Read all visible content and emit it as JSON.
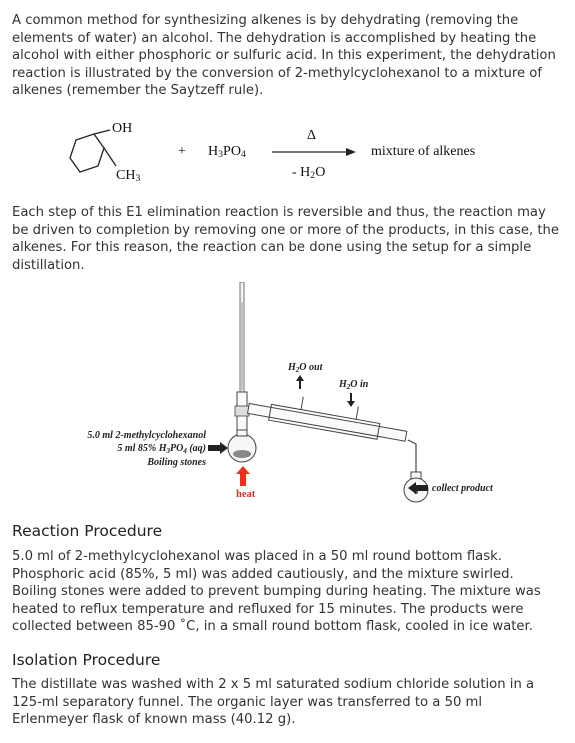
{
  "intro_paragraph": "A common method for synthesizing alkenes is by dehydrating (removing the elements of water) an alcohol. The dehydration is accomplished by heating the alcohol with either phosphoric or sulfuric acid. In this experiment, the dehydration reaction is illustrated by the conversion of 2-methylcyclohexanol to a mixture of alkenes (remember the Saytzeff rule).",
  "reaction": {
    "oh_label": "OH",
    "plus": "+",
    "reagent_main": "H",
    "reagent_sub1": "3",
    "reagent_mid": "PO",
    "reagent_sub2": "4",
    "ch3_main": "CH",
    "ch3_sub": "3",
    "heat_symbol": "Δ",
    "minus_water_prefix": "- H",
    "minus_water_sub": "2",
    "minus_water_suffix": "O",
    "product": "mixture of alkenes"
  },
  "second_paragraph": "Each step of this E1 elimination reaction is reversible and thus, the reaction may be driven to completion by removing one or more of the products, in this case, the alkenes. For this reason, the reaction can be done using the setup for a simple distillation.",
  "apparatus": {
    "water_out_prefix": "H",
    "water_out_sub": "2",
    "water_out_suffix": "O out",
    "water_in_prefix": "H",
    "water_in_sub": "2",
    "water_in_suffix": "O in",
    "flask_contents_line1": "5.0 ml 2-methylcyclohexanol",
    "flask_contents_line2_prefix": "5 ml 85% H",
    "flask_contents_line2_sub1": "3",
    "flask_contents_line2_mid": "PO",
    "flask_contents_line2_sub2": "4",
    "flask_contents_line2_suffix": " (aq)",
    "flask_contents_line3": "Boiling stones",
    "heat_label": "heat",
    "collect_label": "collect product"
  },
  "reaction_heading": "Reaction Procedure",
  "reaction_paragraph": "5.0 ml of 2-methylcyclohexanol was placed in a 50 ml round bottom flask. Phosphoric acid (85%, 5 ml) was added cautiously, and the mixture swirled. Boiling stones were added to prevent bumping during heating. The mixture was heated to reflux temperature and refluxed for 15 minutes. The products were collected between 85-90 ˚C, in a small round bottom flask, cooled in ice water.",
  "isolation_heading": "Isolation Procedure",
  "isolation_paragraph": "The distillate was washed with 2 x 5 ml saturated sodium chloride solution in a 125-ml separatory funnel. The organic layer was transferred to a 50 ml Erlenmeyer flask of known mass (40.12 g).",
  "colors": {
    "heat_arrow": "#e8321e",
    "text": "#333333"
  }
}
